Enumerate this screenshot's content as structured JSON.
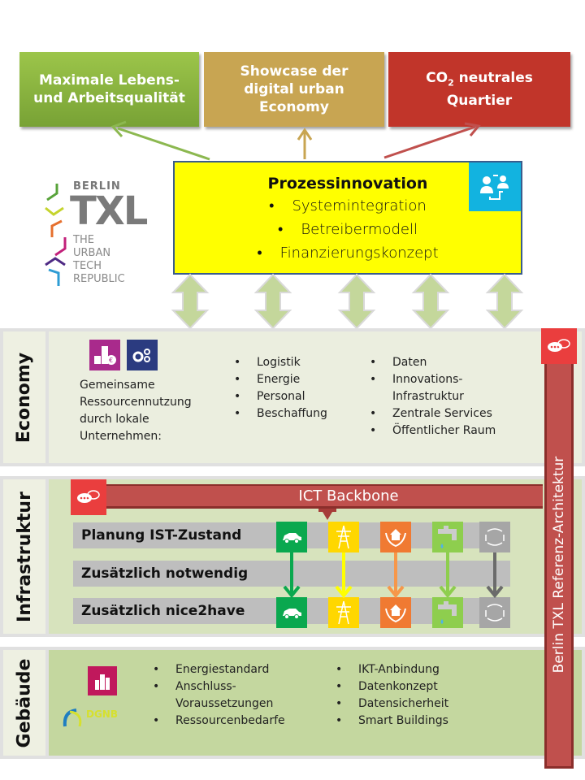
{
  "goals": [
    {
      "label_line1": "Maximale Lebens-",
      "label_line2": "und Arbeitsqualität",
      "color": "#8db843"
    },
    {
      "label_line1": "Showcase der",
      "label_line2": "digital urban",
      "label_line3": "Economy",
      "color": "#c8a552"
    },
    {
      "label_prefix": "CO",
      "label_sub": "2",
      "label_suffix": " neutrales",
      "label_line2": "Quartier",
      "color": "#c1352a"
    }
  ],
  "process": {
    "title": "Prozessinnovation",
    "items": [
      "Systemintegration",
      "Betreibermodell",
      "Finanzierungskonzept"
    ],
    "icon": "people-network-icon"
  },
  "logo": {
    "line1": "BERLIN",
    "line2": "TXL",
    "line3": "THE",
    "line4": "URBAN",
    "line5": "TECH",
    "line6": "REPUBLIC"
  },
  "economy": {
    "label": "Economy",
    "description": [
      "Gemeinsame",
      "Ressourcennutzung",
      "durch lokale",
      "Unternehmen:"
    ],
    "list1": [
      "Logistik",
      "Energie",
      "Personal",
      "Beschaffung"
    ],
    "list2": [
      {
        "text": "Daten",
        "bullet": true
      },
      {
        "text": "Innovations-",
        "bullet": true
      },
      {
        "text": "Infrastruktur",
        "bullet": false
      },
      {
        "text": "Zentrale Services",
        "bullet": true
      },
      {
        "text": "Öffentlicher Raum",
        "bullet": true
      }
    ]
  },
  "infrastruktur": {
    "label": "Infrastruktur",
    "backbone": "ICT Backbone",
    "rows": [
      "Planung IST-Zustand",
      "Zusätzlich notwendig",
      "Zusätzlich nice2have"
    ],
    "icons": [
      {
        "name": "car-icon",
        "color": "#0aa84f",
        "arrow": "#0aa84f"
      },
      {
        "name": "power-tower-icon",
        "color": "#ffd700",
        "arrow": "#ffff00"
      },
      {
        "name": "house-hands-icon",
        "color": "#f07a32",
        "arrow": "#f6974a"
      },
      {
        "name": "water-tap-icon",
        "color": "#8ece4e",
        "arrow": "#8ece4e"
      },
      {
        "name": "recycle-icon",
        "color": "#a6a6a6",
        "arrow": "#6b6b6b"
      }
    ]
  },
  "gebaeude": {
    "label": "Gebäude",
    "list1": [
      {
        "text": "Energiestandard",
        "bullet": true
      },
      {
        "text": "Anschluss-",
        "bullet": true
      },
      {
        "text": "Voraussetzungen",
        "bullet": false
      },
      {
        "text": "Ressourcenbedarfe",
        "bullet": true
      }
    ],
    "list2": [
      "IKT-Anbindung",
      "Datenkonzept",
      "Datensicherheit",
      "Smart Buildings"
    ],
    "dgnb": "DGNB"
  },
  "reference": {
    "label": "Berlin TXL Referenz-Architektur"
  }
}
